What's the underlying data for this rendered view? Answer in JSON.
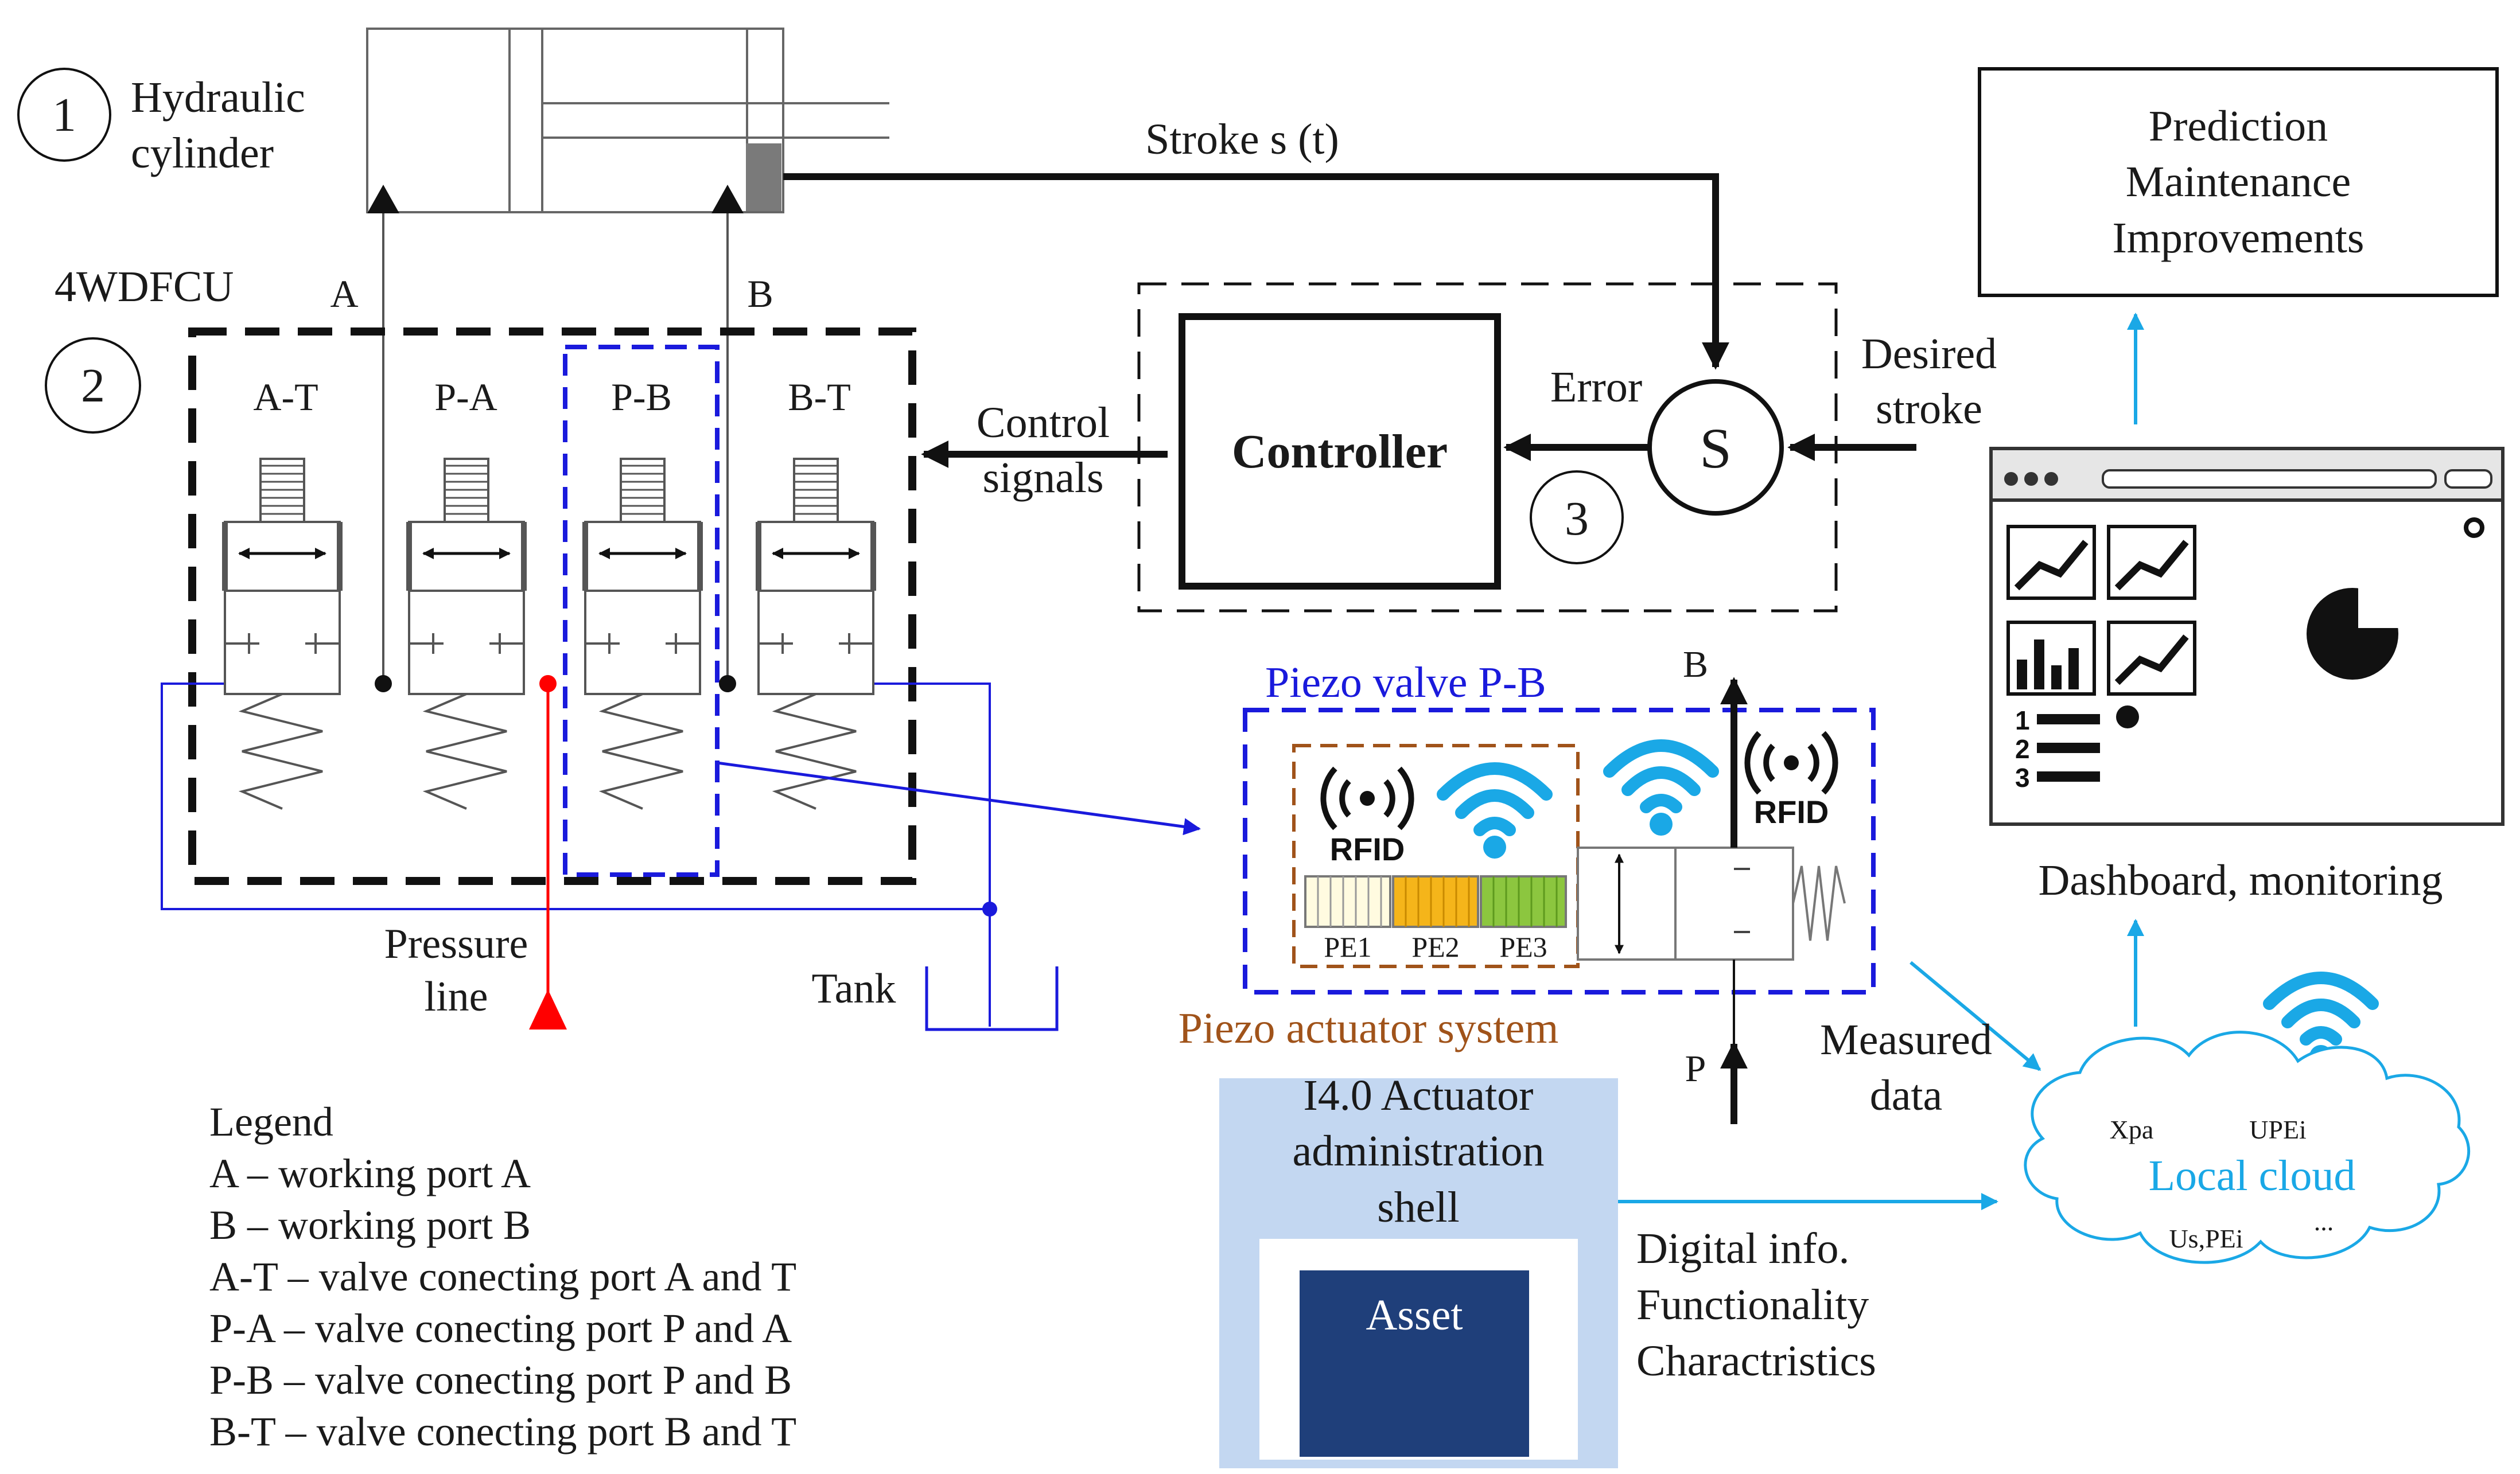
{
  "labels": {
    "circle1": "1",
    "hydraulic_line1": "Hydraulic",
    "hydraulic_line2": "cylinder",
    "stroke": "Stroke s (t)",
    "fourwdfcu": "4WDFCU",
    "port_a": "A",
    "port_b": "B",
    "circle2": "2",
    "valves": [
      "A-T",
      "P-A",
      "P-B",
      "B-T"
    ],
    "control_line1": "Control",
    "control_line2": "signals",
    "controller": "Controller",
    "error": "Error",
    "sum": "S",
    "circle3": "3",
    "desired_line1": "Desired",
    "desired_line2": "stroke",
    "prediction": [
      "Prediction",
      "Maintenance",
      "Improvements"
    ],
    "dashboard": "Dashboard, monitoring",
    "piezo_valve": "Piezo valve P-B",
    "rfid": "RFID",
    "pe": [
      "PE1",
      "PE2",
      "PE3"
    ],
    "valve_port_b": "B",
    "valve_port_p": "P",
    "piezo_actuator": "Piezo actuator system",
    "pressure_line1": "Pressure",
    "pressure_line2": "line",
    "tank": "Tank",
    "measured_line1": "Measured",
    "measured_line2": "data",
    "admin_shell": [
      "I4.0 Actuator",
      "administration",
      "shell"
    ],
    "asset": "Asset",
    "digital_info": [
      "Digital info.",
      "Functionality",
      "Charactristics"
    ],
    "cloud_xpa": "Xpa",
    "cloud_upei": "UPEi",
    "cloud_title": "Local cloud",
    "cloud_uspei": "Us,PEi",
    "cloud_dots": "...",
    "legend_title": "Legend",
    "legend_items": [
      "A – working port A",
      "B – working port B",
      "A-T – valve conecting port A and T",
      "P-A – valve conecting port P and A",
      "P-B – valve conecting port P and B",
      "B-T – valve conecting port B and T"
    ]
  },
  "colors": {
    "line": "#111111",
    "blue": "#1a1adc",
    "orange": "#a0531a",
    "red": "#ff0000",
    "sky": "#1aa8e6",
    "shell_bg": "#c3d7f1",
    "asset_bg": "#1f3f7a",
    "pe1": "#fffbe0",
    "pe2": "#f5b51a",
    "pe3": "#8cc63f"
  }
}
